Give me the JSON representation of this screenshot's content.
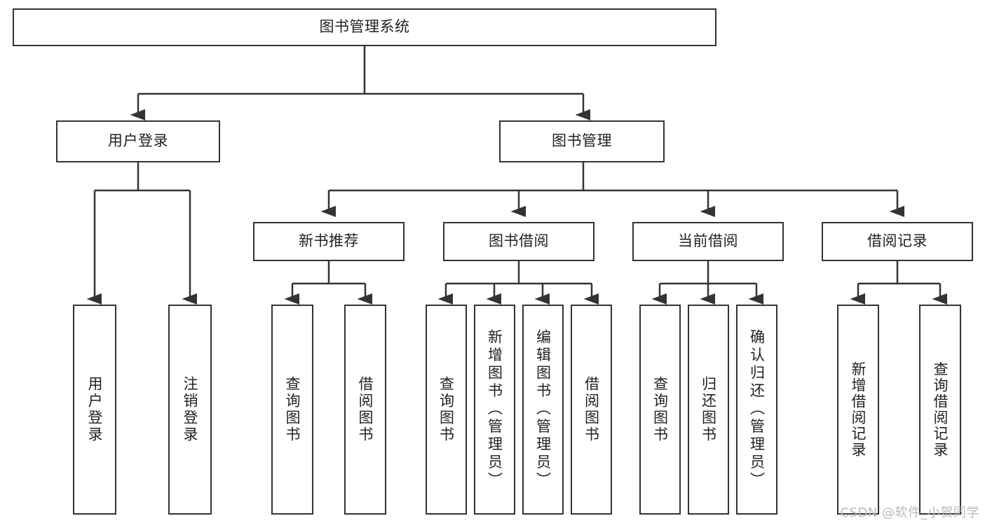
{
  "diagram": {
    "title": "图书管理系统",
    "type": "tree-hierarchy-diagram",
    "colors": {
      "background": "#ffffff",
      "box_border": "#333333",
      "box_fill": "#ffffff",
      "connector": "#333333",
      "text": "#222222",
      "watermark": "#b9b9b9"
    },
    "root": {
      "label": "图书管理系统"
    },
    "level2": [
      {
        "label": "用户登录"
      },
      {
        "label": "图书管理"
      }
    ],
    "level3": [
      {
        "label": "新书推荐"
      },
      {
        "label": "图书借阅"
      },
      {
        "label": "当前借阅"
      },
      {
        "label": "借阅记录"
      }
    ],
    "leaves": {
      "user_login": [
        {
          "label": "用户登录"
        },
        {
          "label": "注销登录"
        }
      ],
      "new_book_recommend": [
        {
          "label": "查询图书"
        },
        {
          "label": "借阅图书"
        }
      ],
      "book_borrow": [
        {
          "label": "查询图书"
        },
        {
          "label": "新增图书（管理员）"
        },
        {
          "label": "编辑图书（管理员）"
        },
        {
          "label": "借阅图书"
        }
      ],
      "current_borrow": [
        {
          "label": "查询图书"
        },
        {
          "label": "归还图书"
        },
        {
          "label": "确认归还（管理员）"
        }
      ],
      "borrow_record": [
        {
          "label": "新增借阅记录"
        },
        {
          "label": "查询借阅记录"
        }
      ]
    }
  },
  "watermark": {
    "text": "CSDN @软件_小贺同学"
  }
}
